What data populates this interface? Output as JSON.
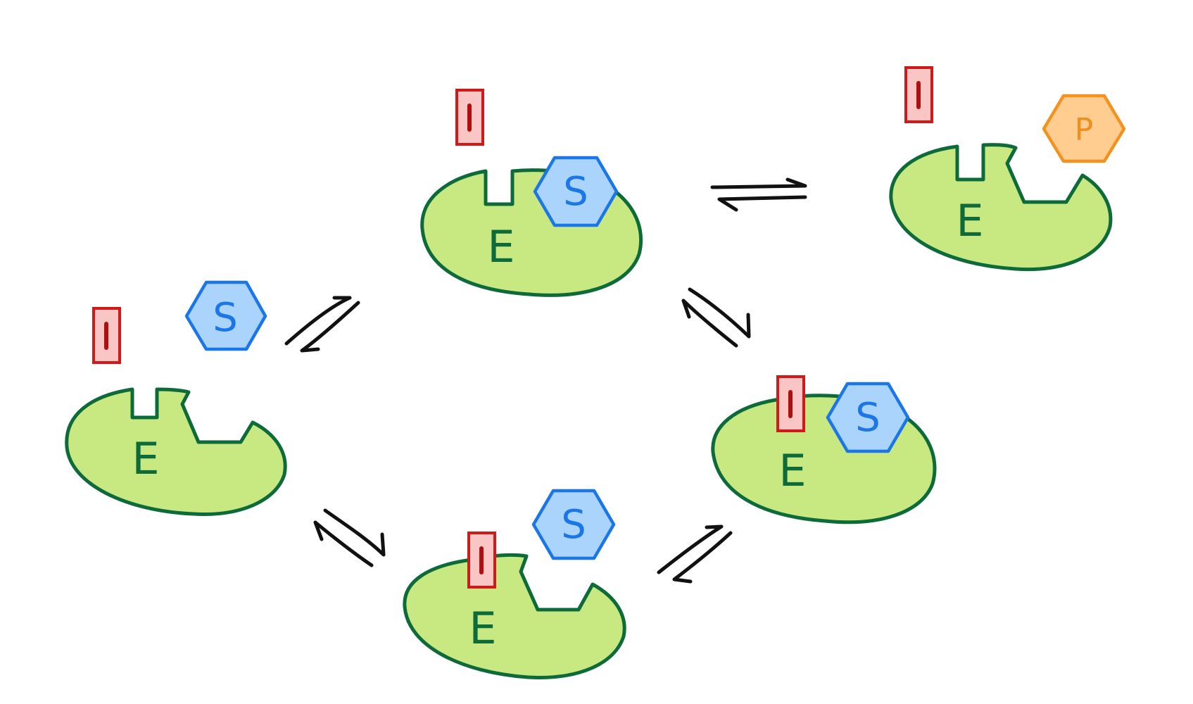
{
  "labels": {
    "enzyme": "E",
    "inhibitor": "I",
    "substrate": "S",
    "product": "P"
  },
  "colors": {
    "enzyme_fill": "#c8e882",
    "enzyme_stroke": "#0d6b3a",
    "inhibitor_fill": "#f9c5c5",
    "inhibitor_stroke": "#d01919",
    "substrate_fill": "#aad4fb",
    "substrate_stroke": "#1b76e8",
    "product_fill": "#ffcd90",
    "product_stroke": "#f29320",
    "arrow": "#111111"
  },
  "nodes": [
    {
      "id": "free-enzyme-with-free-inhibitor-and-substrate",
      "parts": [
        "E",
        "I",
        "S"
      ]
    },
    {
      "id": "enzyme-substrate-complex",
      "parts": [
        "E",
        "S",
        "I"
      ]
    },
    {
      "id": "enzyme-with-product",
      "parts": [
        "E",
        "I",
        "P"
      ]
    },
    {
      "id": "enzyme-inhibitor-substrate-complex",
      "parts": [
        "E",
        "I",
        "S"
      ]
    },
    {
      "id": "enzyme-inhibitor-complex",
      "parts": [
        "E",
        "I",
        "S"
      ]
    }
  ],
  "arrows": [
    {
      "from": "free-enzyme-with-free-inhibitor-and-substrate",
      "to": "enzyme-substrate-complex",
      "type": "equilibrium"
    },
    {
      "from": "enzyme-substrate-complex",
      "to": "enzyme-with-product",
      "type": "equilibrium"
    },
    {
      "from": "enzyme-substrate-complex",
      "to": "enzyme-inhibitor-substrate-complex",
      "type": "equilibrium"
    },
    {
      "from": "enzyme-inhibitor-complex",
      "to": "enzyme-inhibitor-substrate-complex",
      "type": "equilibrium"
    },
    {
      "from": "free-enzyme-with-free-inhibitor-and-substrate",
      "to": "enzyme-inhibitor-complex",
      "type": "equilibrium"
    }
  ]
}
